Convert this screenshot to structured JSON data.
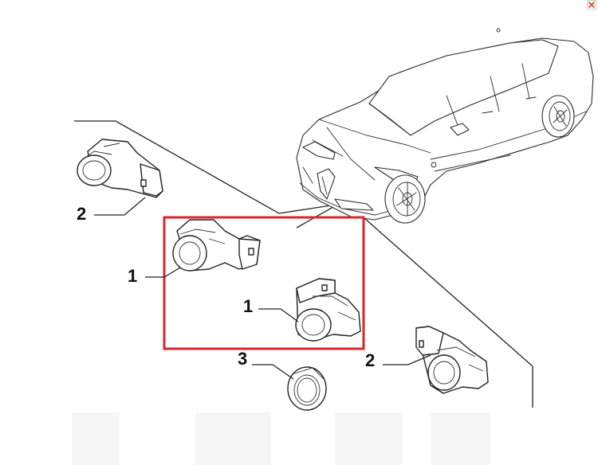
{
  "diagram": {
    "callouts": [
      {
        "id": "sensor-1a",
        "label": "1"
      },
      {
        "id": "sensor-1b",
        "label": "1"
      },
      {
        "id": "sensor-2a",
        "label": "2"
      },
      {
        "id": "sensor-2b",
        "label": "2"
      },
      {
        "id": "ring-3",
        "label": "3"
      }
    ],
    "highlight_color": "#d9262c"
  },
  "window": {
    "close_icon": "close-icon",
    "close_color": "#e04a2a"
  }
}
